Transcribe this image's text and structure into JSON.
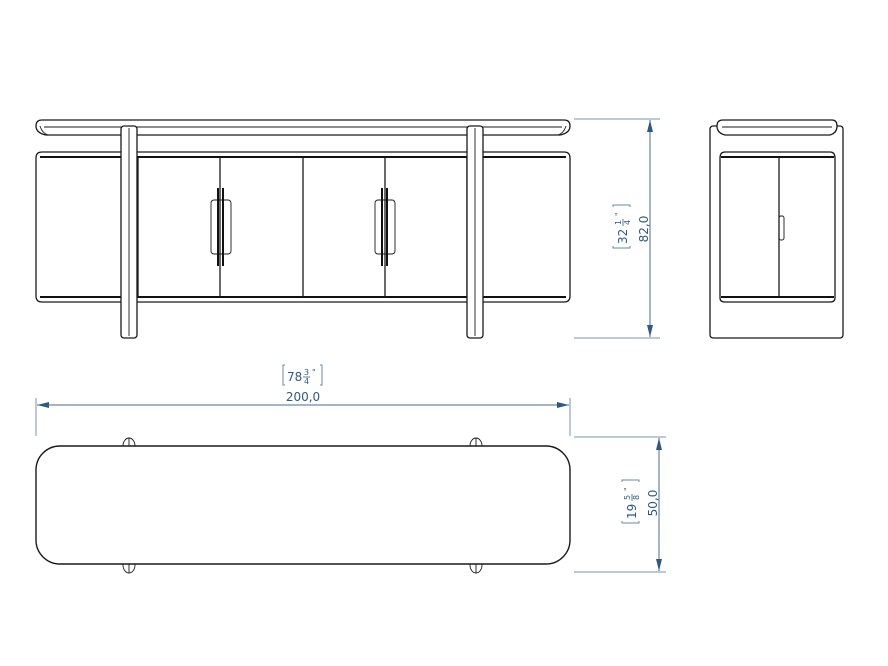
{
  "drawing": {
    "subject": "Sideboard with four doors and two vertical legs",
    "views": [
      {
        "id": "front",
        "label": "front-view"
      },
      {
        "id": "side",
        "label": "side-view"
      },
      {
        "id": "top",
        "label": "top-view"
      }
    ]
  },
  "dimensions": {
    "height": {
      "metric": "82,0",
      "imperial_whole": "32",
      "imperial_num": "1",
      "imperial_den": "4",
      "unit_mark": "\""
    },
    "width": {
      "metric": "200,0",
      "imperial_whole": "78",
      "imperial_num": "3",
      "imperial_den": "4",
      "unit_mark": "\""
    },
    "depth": {
      "metric": "50,0",
      "imperial_whole": "19",
      "imperial_num": "5",
      "imperial_den": "8",
      "unit_mark": "\""
    }
  },
  "colors": {
    "line": "#1a1a1a",
    "dimension": "#2e5a82",
    "extension": "#7a96ad",
    "background": "#ffffff"
  }
}
